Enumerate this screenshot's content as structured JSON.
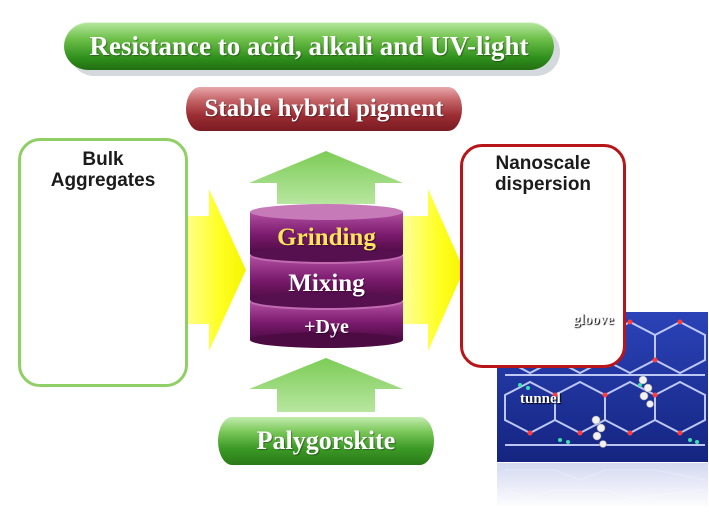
{
  "title_banner": "Resistance to acid, alkali and UV-light",
  "result_banner": "Stable hybrid pigment",
  "base_banner": "Palygorskite",
  "left_panel": {
    "title_line1": "Bulk",
    "title_line2": "Aggregates"
  },
  "right_panel": {
    "title_line1": "Nanoscale",
    "title_line2": "dispersion"
  },
  "process_steps": [
    "Grinding",
    "Mixing",
    "+Dye"
  ],
  "structure_labels": {
    "groove": "gloove",
    "tunnel": "tunnel"
  },
  "colors": {
    "green_banner": "#2f8f1c",
    "red_banner": "#9b2d33",
    "stack_purple": "#6d1560",
    "arrow_yellow": "#ffff00",
    "arrow_green": "#8fd36a",
    "left_border": "#8fcf66",
    "right_border": "#b8151a",
    "crystal_blue": "#1c2f9a",
    "highlight_text": "#ffe55c"
  }
}
